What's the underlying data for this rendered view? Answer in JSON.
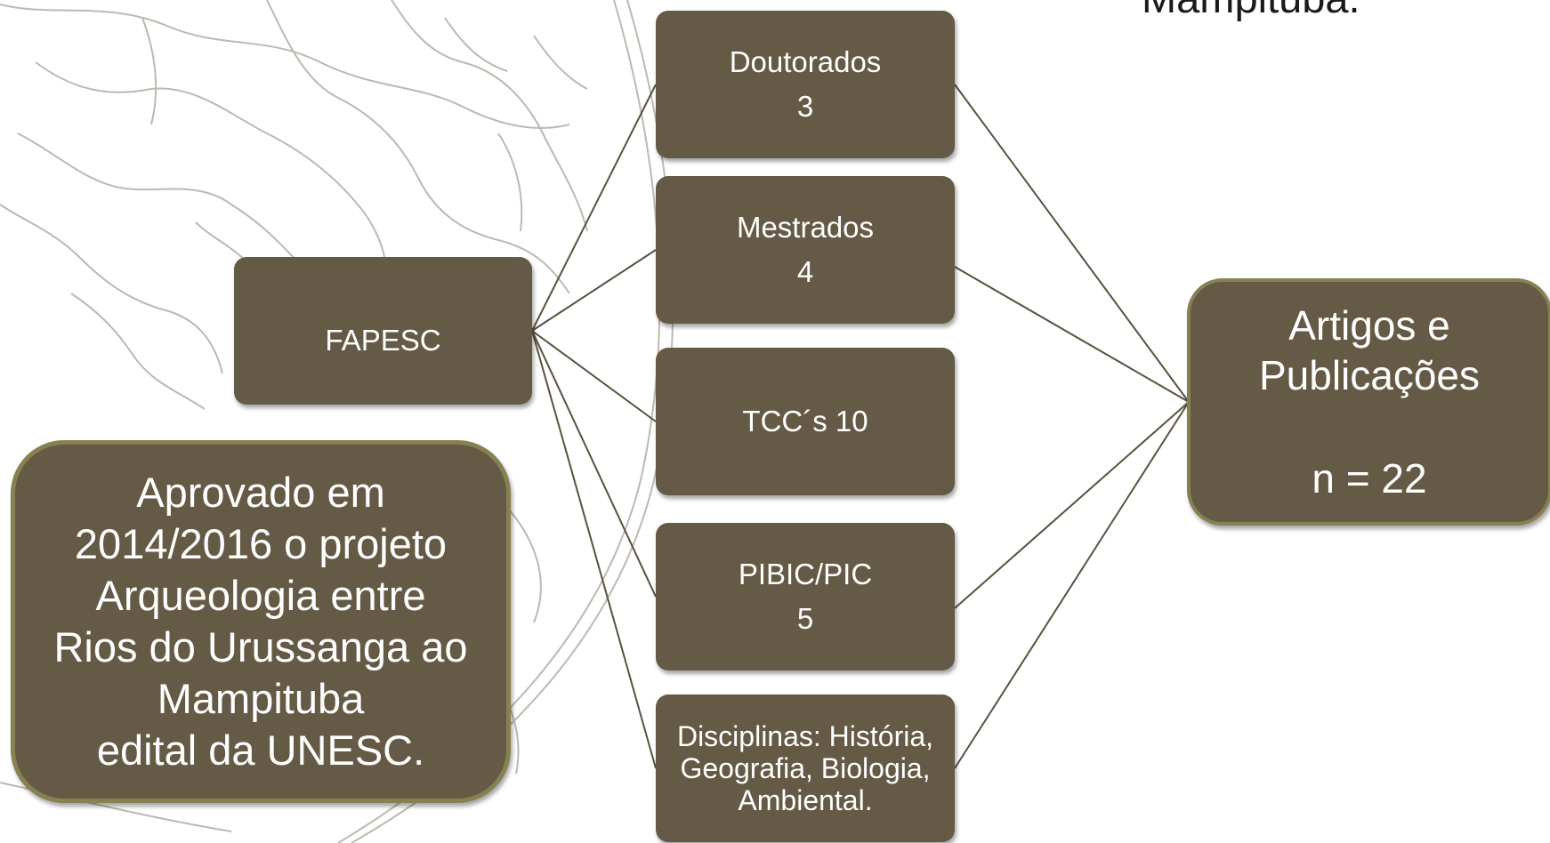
{
  "partial_top_text": "Mampituba.",
  "source_box": {
    "label": "FAPESC"
  },
  "outputs": [
    {
      "line1": "Doutorados",
      "line2": "3"
    },
    {
      "line1": "Mestrados",
      "line2": "4"
    },
    {
      "line1": "TCC´s 10"
    },
    {
      "line1": "PIBIC/PIC",
      "line2": "5"
    },
    {
      "line1": "Disciplinas: História,",
      "line2": "Geografia, Biologia,",
      "line3": "Ambiental."
    }
  ],
  "result_box": {
    "line1": "Artigos e",
    "line2": "Publicações",
    "line3": "n = 22"
  },
  "approval_box": {
    "lines": [
      "Aprovado em",
      "2014/2016 o projeto",
      "Arqueologia entre",
      "Rios do Urussanga ao",
      "Mampituba",
      "edital da UNESC."
    ]
  },
  "colors": {
    "box_fill": "#645a45",
    "box_border": "#878051",
    "connector": "#5a513e",
    "map_lines": "#bdb9b0"
  }
}
